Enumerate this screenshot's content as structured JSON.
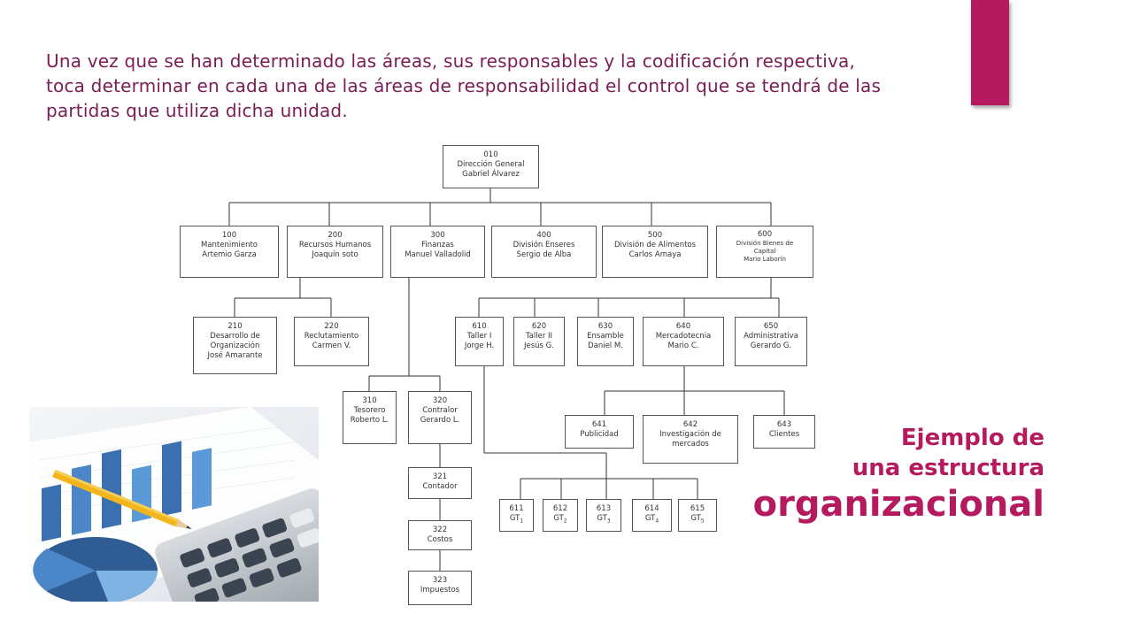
{
  "intro_text": "Una vez que se han determinado las áreas, sus responsables y la codificación respectiva, toca determinar en cada una de las áreas de responsabilidad el control que se tendrá de las partidas que utiliza dicha unidad.",
  "title": {
    "line1": "Ejemplo de",
    "line2": "una estructura",
    "line3": "organizacional"
  },
  "colors": {
    "accent": "#b5195e",
    "intro_text": "#7a1c55"
  },
  "org": {
    "n010": {
      "code": "010",
      "name": "Dirección General",
      "person": "Gabriel Álvarez"
    },
    "n100": {
      "code": "100",
      "name": "Mantenimiento",
      "person": "Artemio Garza"
    },
    "n200": {
      "code": "200",
      "name": "Recursos Humanos",
      "person": "Joaquín soto"
    },
    "n300": {
      "code": "300",
      "name": "Finanzas",
      "person": "Manuel Valladolid"
    },
    "n400": {
      "code": "400",
      "name": "División Enseres",
      "person": "Sergio de Alba"
    },
    "n500": {
      "code": "500",
      "name": "División de Alimentos",
      "person": "Carlos Amaya"
    },
    "n600": {
      "code": "600",
      "name": "División Bienes de",
      "name2": "Capital",
      "person": "Mario Laborín"
    },
    "n210": {
      "code": "210",
      "name": "Desarrollo de",
      "name2": "Organización",
      "person": "José Amarante"
    },
    "n220": {
      "code": "220",
      "name": "Reclutamiento",
      "person": "Carmen V."
    },
    "n310": {
      "code": "310",
      "name": "Tesorero",
      "person": "Roberto L."
    },
    "n320": {
      "code": "320",
      "name": "Contralor",
      "person": "Gerardo L."
    },
    "n321": {
      "code": "321",
      "name": "Contador"
    },
    "n322": {
      "code": "322",
      "name": "Costos"
    },
    "n323": {
      "code": "323",
      "name": "Impuestos"
    },
    "n610": {
      "code": "610",
      "name": "Taller I",
      "person": "Jorge H."
    },
    "n620": {
      "code": "620",
      "name": "Taller II",
      "person": "Jesús G."
    },
    "n630": {
      "code": "630",
      "name": "Ensamble",
      "person": "Daniel M."
    },
    "n640": {
      "code": "640",
      "name": "Mercadotecnia",
      "person": "Mario C."
    },
    "n650": {
      "code": "650",
      "name": "Administrativa",
      "person": "Gerardo G."
    },
    "n641": {
      "code": "641",
      "name": "Publicidad"
    },
    "n642": {
      "code": "642",
      "name": "Investigación de",
      "name2": "mercados"
    },
    "n643": {
      "code": "643",
      "name": "Clientes"
    },
    "n611": {
      "code": "611",
      "name": "GT",
      "sub": "1"
    },
    "n612": {
      "code": "612",
      "name": "GT",
      "sub": "2"
    },
    "n613": {
      "code": "613",
      "name": "GT",
      "sub": "3"
    },
    "n614": {
      "code": "614",
      "name": "GT",
      "sub": "4"
    },
    "n615": {
      "code": "615",
      "name": "GT",
      "sub": "5"
    }
  }
}
